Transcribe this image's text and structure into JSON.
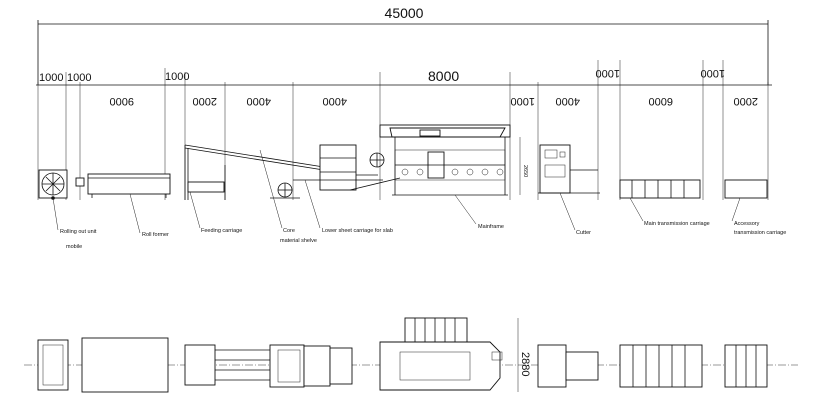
{
  "overall": {
    "length": "45000"
  },
  "dimensions": {
    "d1": "1000",
    "d2": "1000",
    "d3": "9000",
    "d4": "1000",
    "d5": "2000",
    "d6": "4000",
    "d7": "4000",
    "d8": "8000",
    "d9": "1000",
    "d10": "4000",
    "d11": "1000",
    "d12": "6000",
    "d13": "1000",
    "d14": "2000",
    "height_side": "2650",
    "height_plan": "2880"
  },
  "labels": {
    "rolling_out_unit_1": "Rolling out unit",
    "rolling_out_unit_2": "mobile",
    "roll_former": "Roll former",
    "feeding_carriage": "Feeding carriage",
    "core_1": "Core",
    "core_2": "material shelve",
    "lower_sheet_carriage": "Lower sheet carriage for slab",
    "mainframe": "Mainframe",
    "cutter": "Cutter",
    "main_transmission": "Main transmission carriage",
    "accessory_1": "Accessory",
    "accessory_2": "transmission carriage"
  }
}
